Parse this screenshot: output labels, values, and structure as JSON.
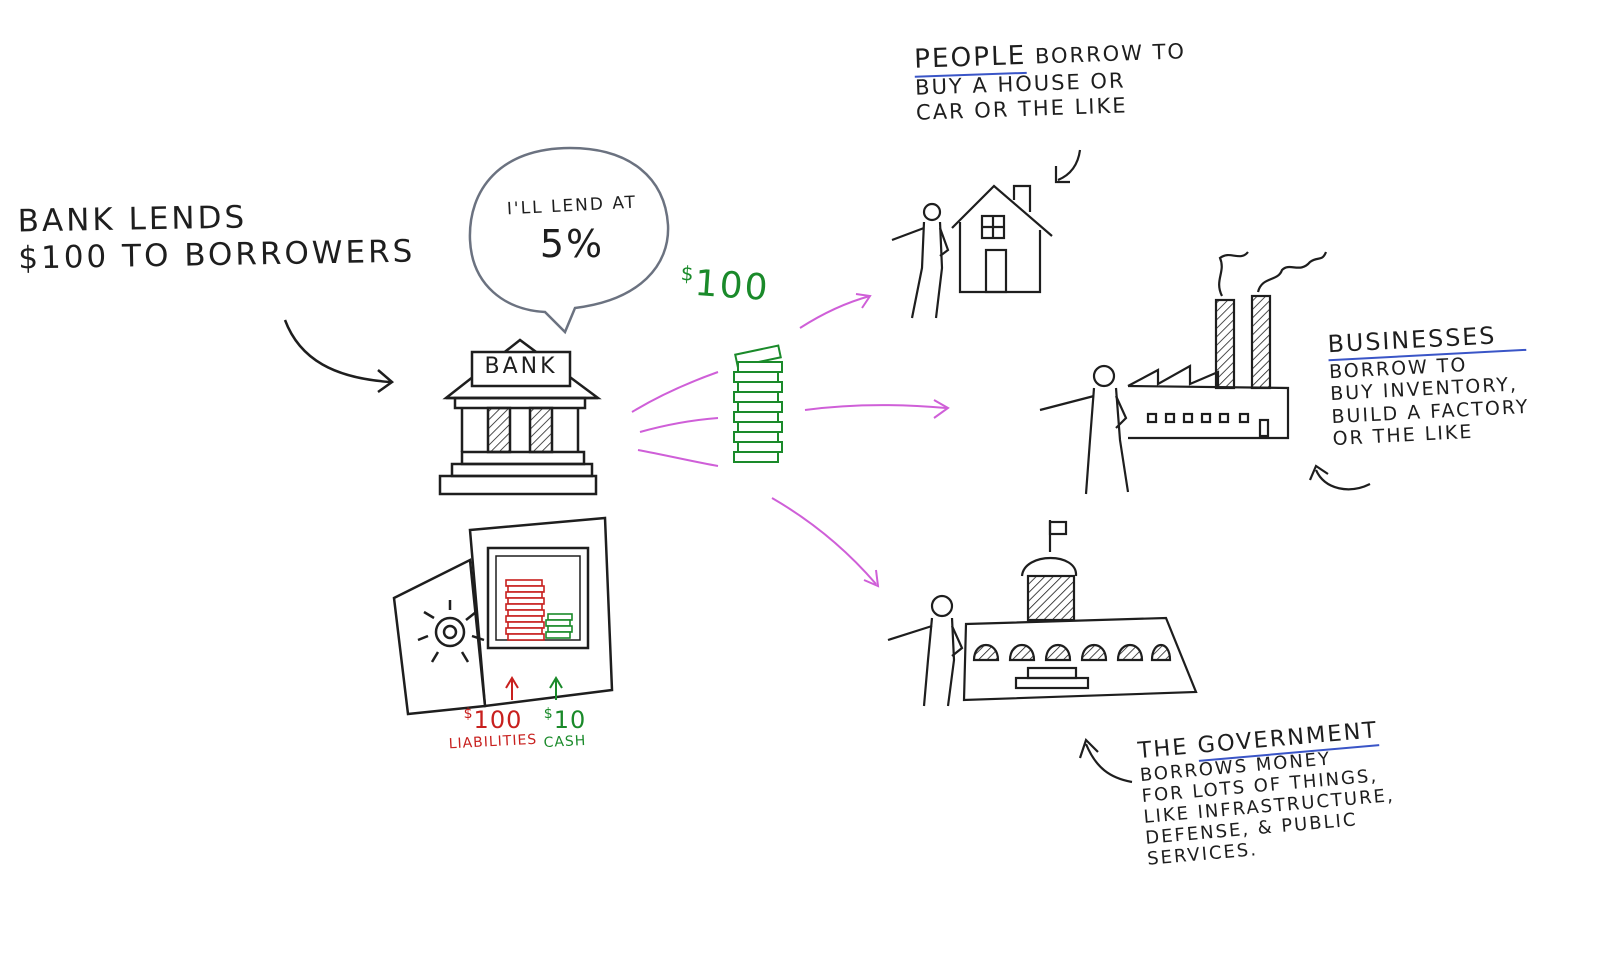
{
  "main_caption": {
    "line1": "Bank lends",
    "line2": "$100 to borrowers"
  },
  "speech_bubble": {
    "line1": "I'll lend at",
    "line2": "5%"
  },
  "bank_sign": "BANK",
  "cash_flow": {
    "currency_symbol": "$",
    "amount": "100"
  },
  "safe": {
    "liabilities": {
      "currency_symbol": "$",
      "amount": "100",
      "label": "Liabilities"
    },
    "cash": {
      "currency_symbol": "$",
      "amount": "10",
      "label": "Cash"
    }
  },
  "people_note": {
    "heading": "People",
    "line1_rest": "borrow to",
    "line2": "buy a house or",
    "line3": "car or the like"
  },
  "business_note": {
    "heading": "Businesses",
    "line2": "borrow to",
    "line3": "buy inventory,",
    "line4": "build a factory",
    "line5": "or the like"
  },
  "gov_note": {
    "heading_prefix": "The",
    "heading": "Government",
    "line2": "borrows money",
    "line3": "for lots of things,",
    "line4": "like infrastructure,",
    "line5": "defense, & public",
    "line6": "services."
  },
  "colors": {
    "ink": "#1e1e1e",
    "cash_green": "#1a8a2a",
    "liability_red": "#c8201e",
    "arrow_pink": "#cf5fd8",
    "underline_blue": "#3a55c7",
    "bubble_gray": "#6b7280"
  },
  "icons": [
    "bank-icon",
    "safe-icon",
    "money-stack-icon",
    "house-icon",
    "factory-icon",
    "capitol-icon",
    "person-icon"
  ]
}
